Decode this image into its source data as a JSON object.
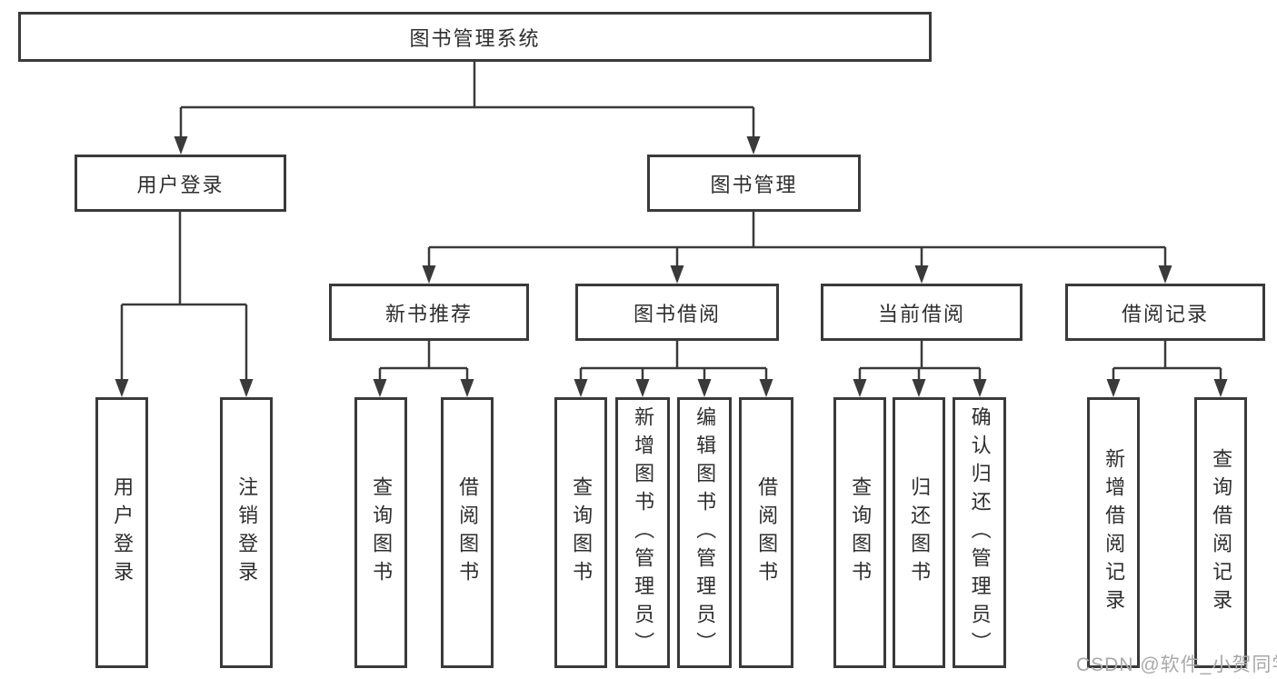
{
  "diagram": {
    "type": "hierarchy",
    "tree": {
      "root": {
        "label": "图书管理系统",
        "children": [
          {
            "label": "用户登录",
            "children": [
              {
                "label": "用户登录"
              },
              {
                "label": "注销登录"
              }
            ]
          },
          {
            "label": "图书管理",
            "children": [
              {
                "label": "新书推荐",
                "children": [
                  {
                    "label": "查询图书"
                  },
                  {
                    "label": "借阅图书"
                  }
                ]
              },
              {
                "label": "图书借阅",
                "children": [
                  {
                    "label": "查询图书"
                  },
                  {
                    "label": "新增图书（管理员）"
                  },
                  {
                    "label": "编辑图书（管理员）"
                  },
                  {
                    "label": "借阅图书"
                  }
                ]
              },
              {
                "label": "当前借阅",
                "children": [
                  {
                    "label": "查询图书"
                  },
                  {
                    "label": "归还图书"
                  },
                  {
                    "label": "确认归还（管理员）"
                  }
                ]
              },
              {
                "label": "借阅记录",
                "children": [
                  {
                    "label": "新增借阅记录"
                  },
                  {
                    "label": "查询借阅记录"
                  }
                ]
              }
            ]
          }
        ]
      }
    },
    "colors": {
      "line": "#3a3a3a",
      "box_border": "#3a3a3a",
      "text": "#2e2e2e",
      "background": "#ffffff",
      "watermark": "#a8a8a8"
    }
  },
  "watermark": {
    "text": "CSDN @软件_小贺同学"
  }
}
